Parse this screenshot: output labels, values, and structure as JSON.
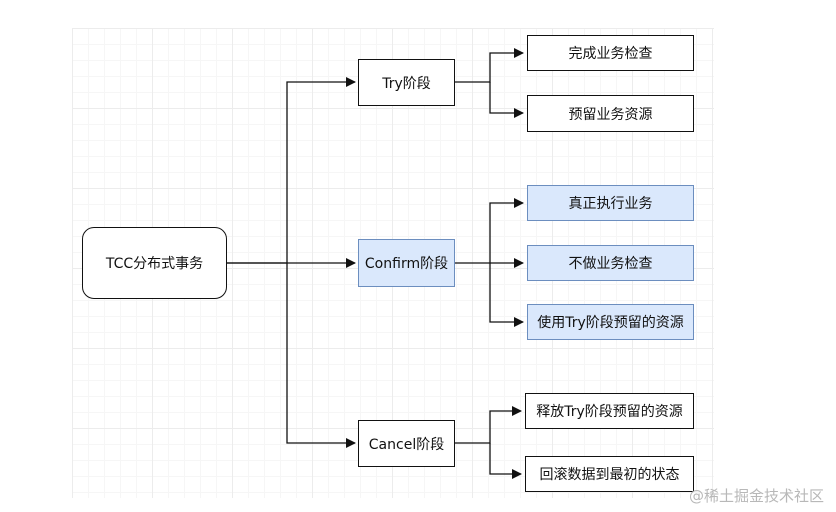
{
  "diagram": {
    "root": {
      "label": "TCC分布式事务"
    },
    "phases": [
      {
        "label": "Try阶段",
        "highlight": false,
        "children": [
          "完成业务检查",
          "预留业务资源"
        ]
      },
      {
        "label": "Confirm阶段",
        "highlight": true,
        "children": [
          "真正执行业务",
          "不做业务检查",
          "使用Try阶段预留的资源"
        ]
      },
      {
        "label": "Cancel阶段",
        "highlight": false,
        "children": [
          "释放Try阶段预留的资源",
          "回滚数据到最初的状态"
        ]
      }
    ],
    "colors": {
      "highlight_fill": "#dae8fc",
      "highlight_stroke": "#6c8ebf",
      "stroke": "#111111"
    }
  },
  "watermark": "@稀土掘金技术社区"
}
